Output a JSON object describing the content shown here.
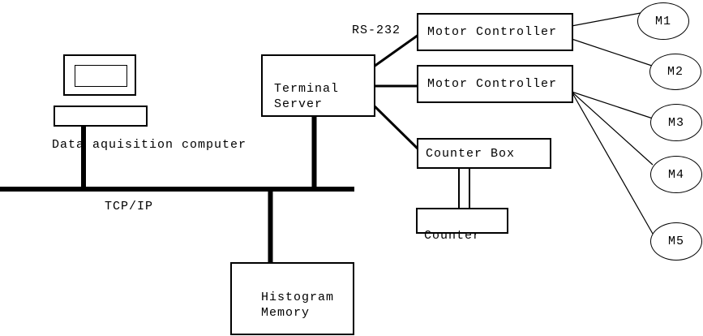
{
  "diagram": {
    "background_color": "#ffffff",
    "stroke_color": "#000000",
    "labels": {
      "computer": "Data aquisition computer",
      "bus": "TCP/IP",
      "serial": "RS-232"
    },
    "boxes": {
      "terminal_server": "Terminal\nServer",
      "motor_controller_1": "Motor Controller",
      "motor_controller_2": "Motor Controller",
      "counter_box": "Counter Box",
      "counter": "Counter",
      "histogram_memory": "Histogram\nMemory"
    },
    "motors": [
      {
        "label": "M1"
      },
      {
        "label": "M2"
      },
      {
        "label": "M3"
      },
      {
        "label": "M4"
      },
      {
        "label": "M5"
      }
    ]
  }
}
